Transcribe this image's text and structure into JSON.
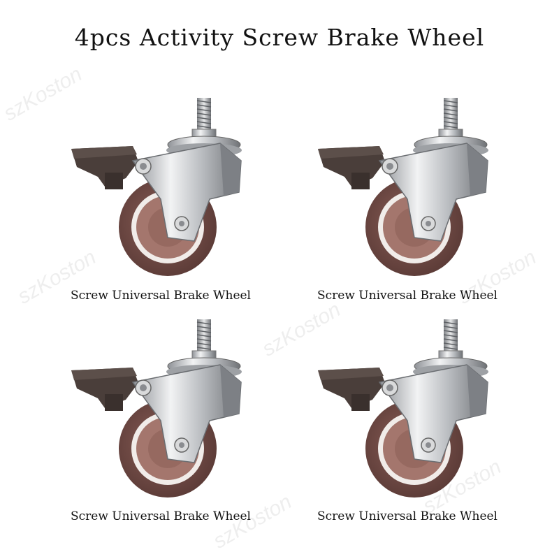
{
  "title": "4pcs Activity Screw Brake Wheel",
  "watermark": "szKoston",
  "items": [
    {
      "caption": "Screw Universal Brake Wheel"
    },
    {
      "caption": "Screw Universal Brake Wheel"
    },
    {
      "caption": "Screw Universal Brake Wheel"
    },
    {
      "caption": "Screw Universal Brake Wheel"
    }
  ],
  "colors": {
    "wheel": "#6e4a45",
    "hub": "#a4766d",
    "brake": "#4a3e3a",
    "metal": "#c8cacd"
  }
}
